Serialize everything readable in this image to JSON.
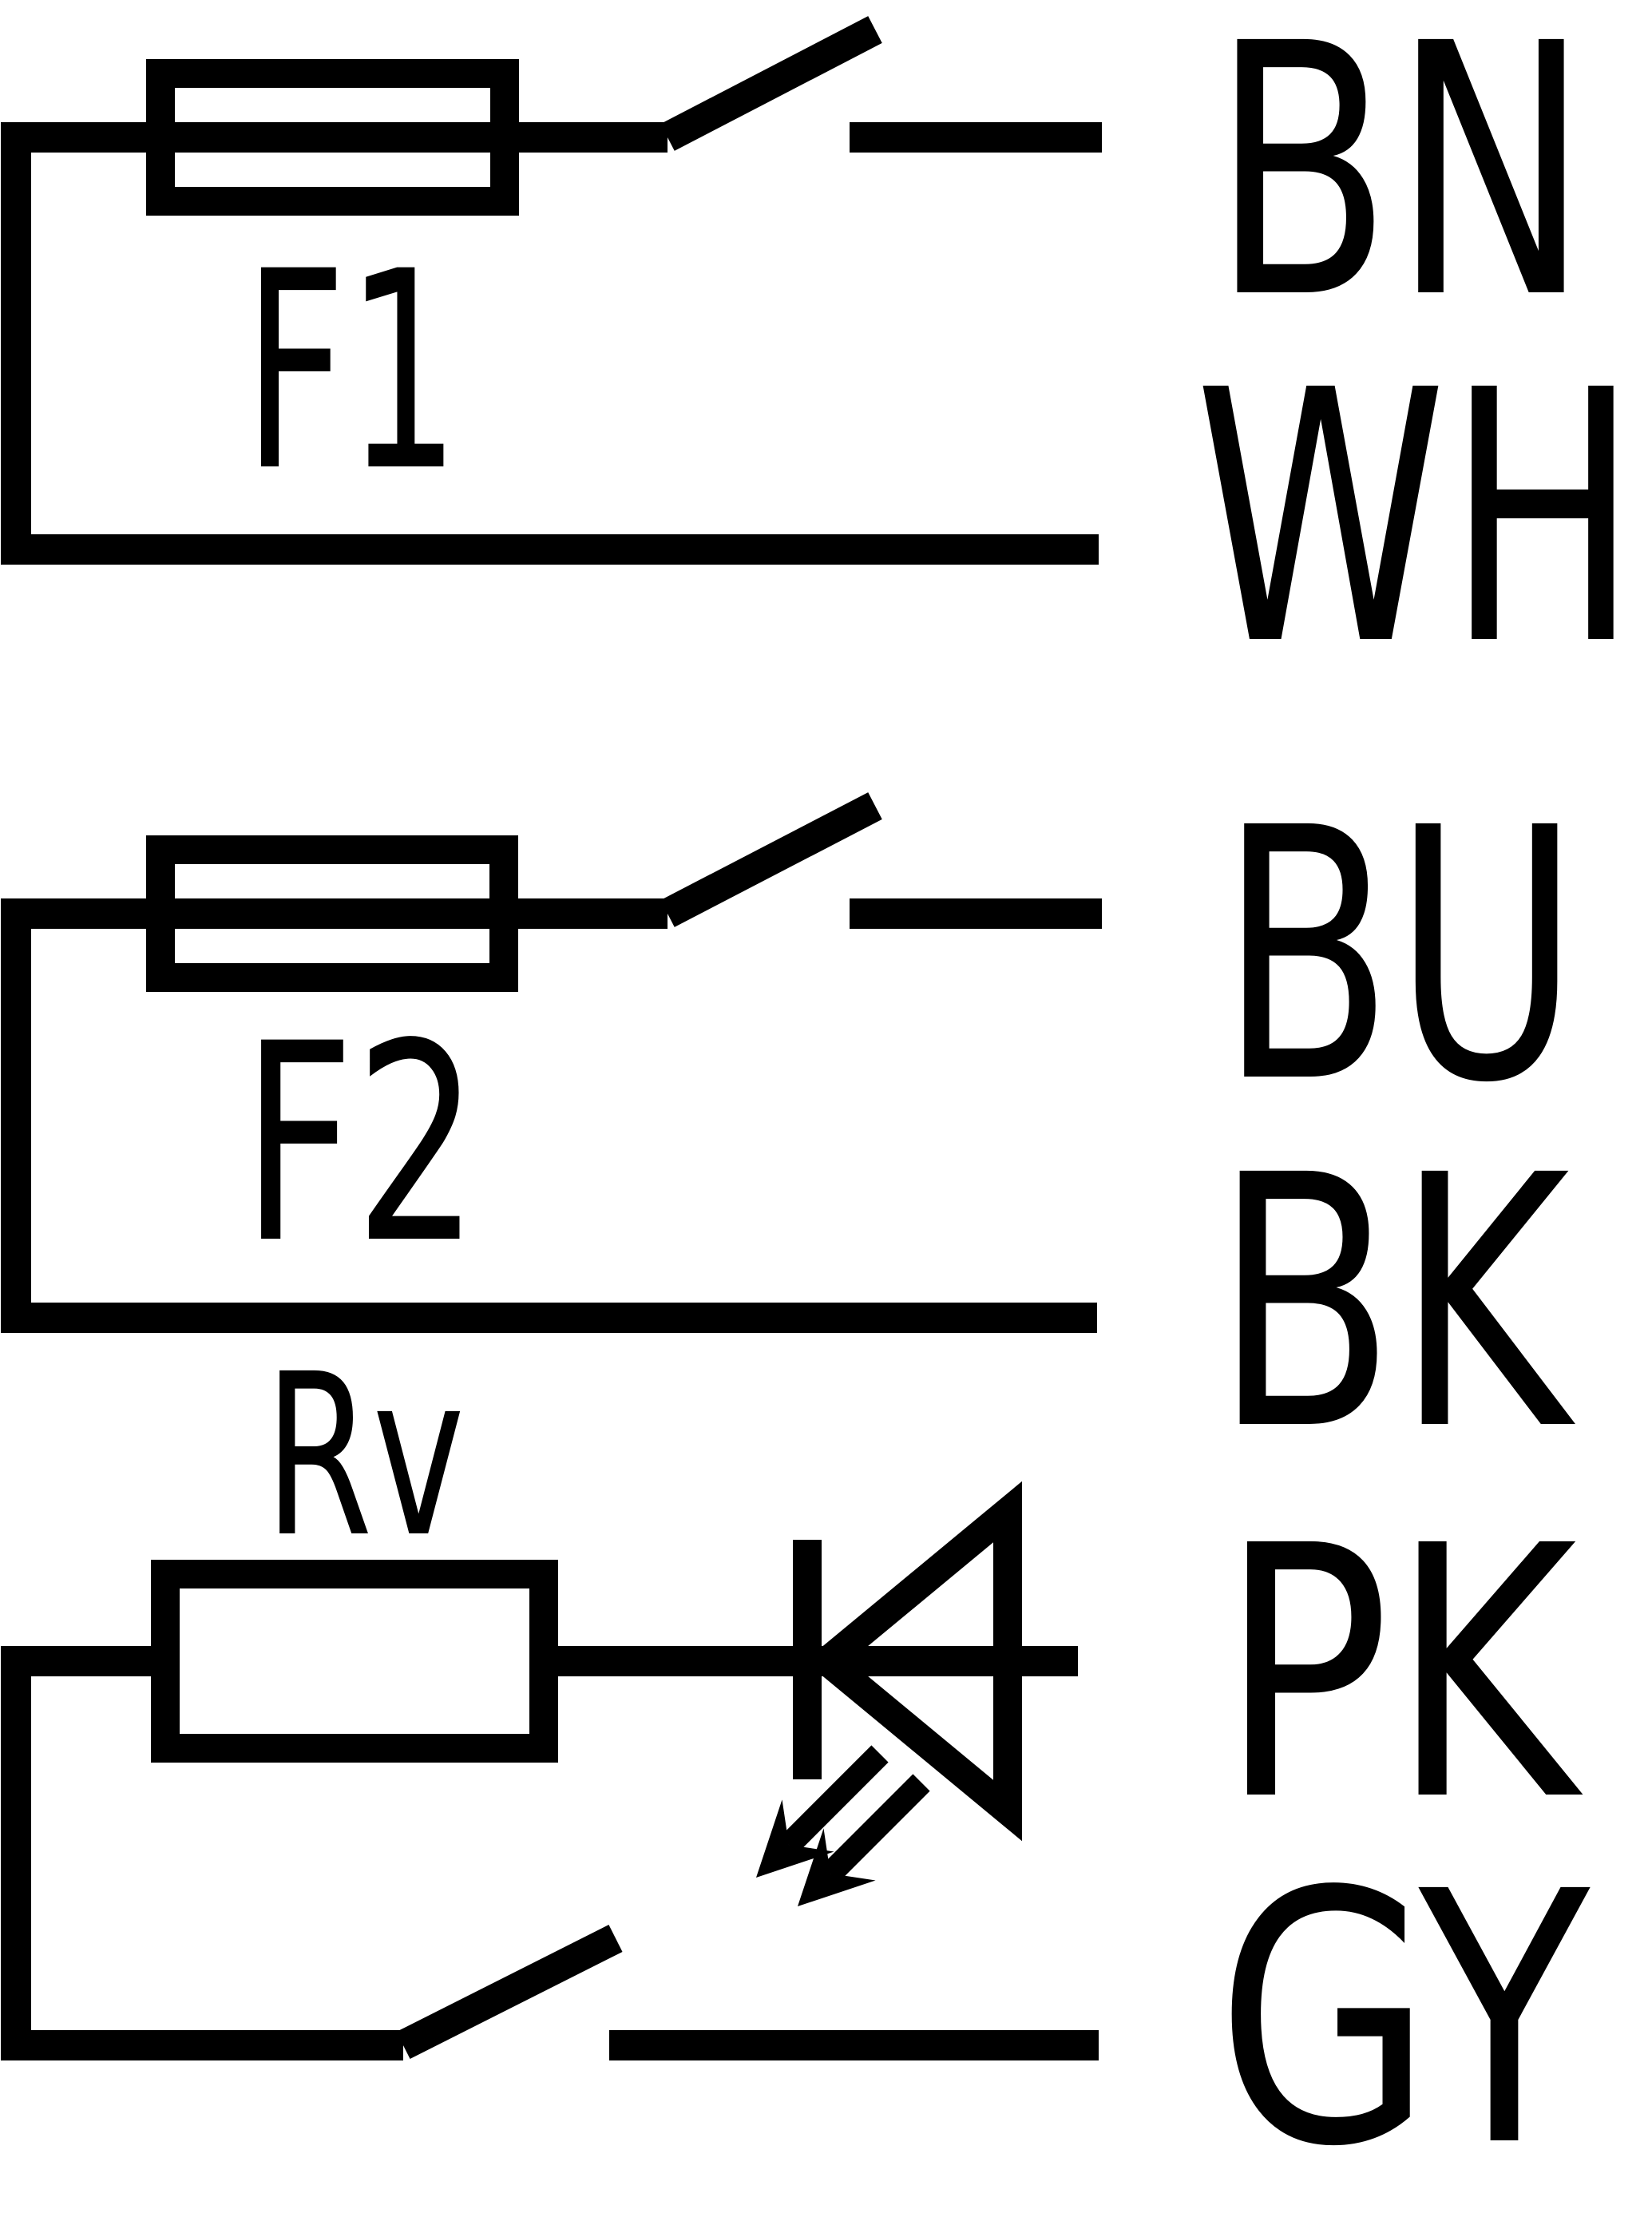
{
  "diagram": {
    "background_color": "#ffffff",
    "line_color": "#000000",
    "circuits": [
      {
        "component_label": "F1",
        "component_symbol": "fuse-symbol",
        "switch_symbol": "open-switch-symbol",
        "top_wire_label": "BN",
        "bottom_wire_label": "WH"
      },
      {
        "component_label": "F2",
        "component_symbol": "fuse-symbol",
        "switch_symbol": "open-switch-symbol",
        "top_wire_label": "BU",
        "bottom_wire_label": "BK"
      },
      {
        "component_label": "Rv",
        "component_symbol": "resistor-symbol",
        "led_component_symbol": "led-symbol",
        "switch_symbol": "open-switch-symbol",
        "top_wire_label": "PK",
        "bottom_wire_label": "GY"
      }
    ]
  }
}
